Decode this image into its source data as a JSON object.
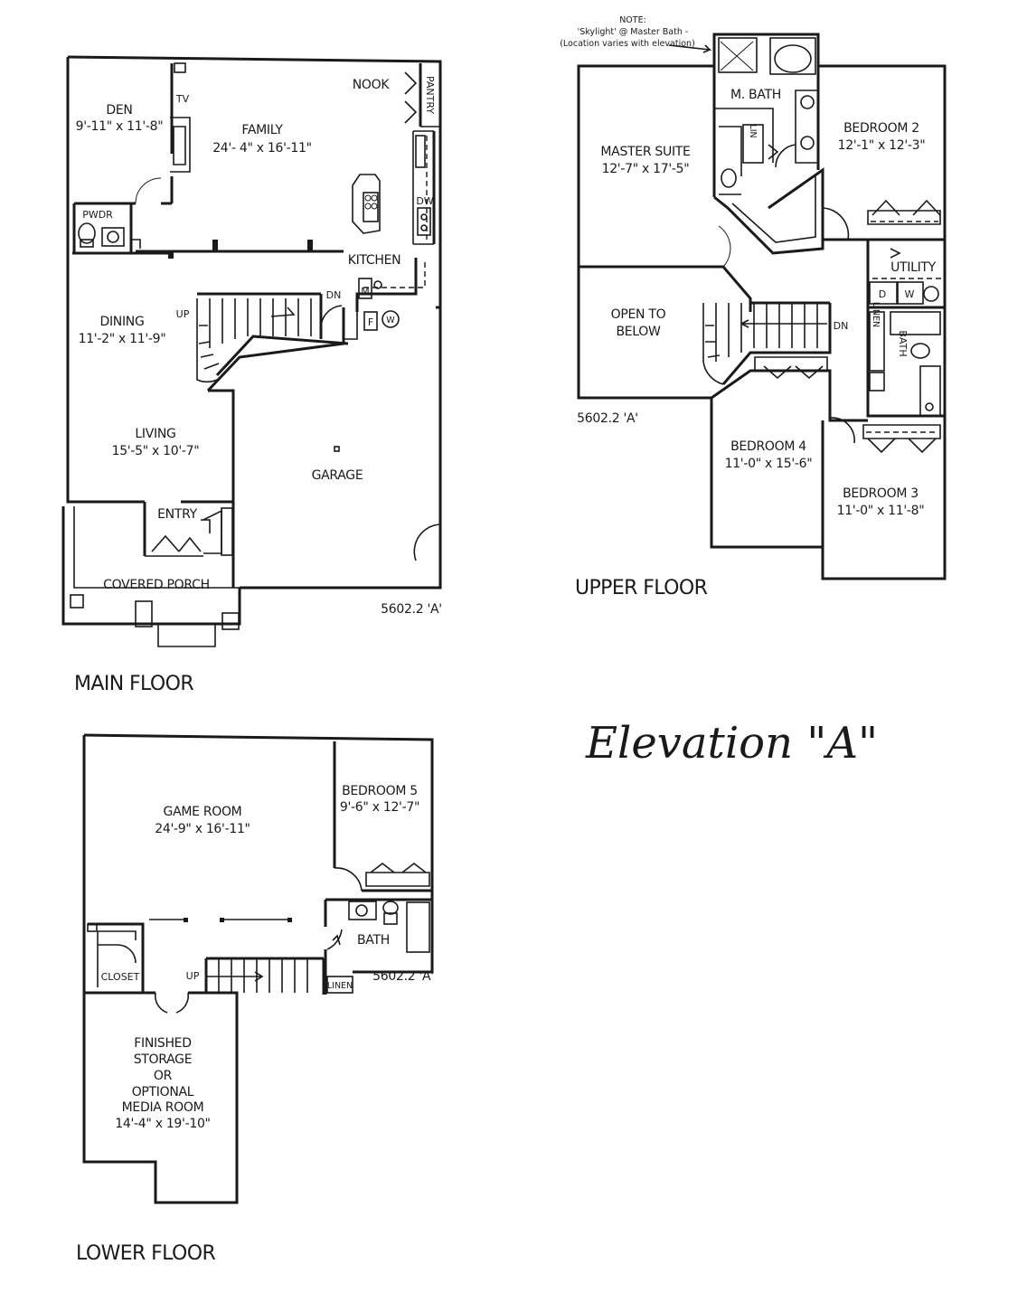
{
  "note": {
    "line1": "NOTE:",
    "line2": "'Skylight' @ Master Bath -",
    "line3": "(Location varies with elevation)"
  },
  "main_floor": {
    "title": "MAIN FLOOR",
    "plan_code": "5602.2 'A'",
    "rooms": {
      "den_name": "DEN",
      "den_size": "9'-11\" x 11'-8\"",
      "tv": "TV",
      "family_name": "FAMILY",
      "family_size": "24'- 4\" x 16'-11\"",
      "nook": "NOOK",
      "pantry": "PANTRY",
      "dw": "DW",
      "kitchen": "KITCHEN",
      "pwdr": "PWDR",
      "m": "M",
      "f": "F",
      "w": "W",
      "up": "UP",
      "dn": "DN",
      "dining_name": "DINING",
      "dining_size": "11'-2\" x 11'-9\"",
      "living_name": "LIVING",
      "living_size": "15'-5\" x 10'-7\"",
      "garage": "GARAGE",
      "entry": "ENTRY",
      "porch": "COVERED PORCH"
    }
  },
  "upper_floor": {
    "title": "UPPER FLOOR",
    "plan_code": "5602.2 'A'",
    "rooms": {
      "mbath": "M. BATH",
      "master_name": "MASTER SUITE",
      "master_size": "12'-7\" x 17'-5\"",
      "lin": "LIN",
      "bed2_name": "BEDROOM 2",
      "bed2_size": "12'-1\" x 12'-3\"",
      "utility": "UTILITY",
      "d": "D",
      "w": "W",
      "open_line1": "OPEN TO",
      "open_line2": "BELOW",
      "dn": "DN",
      "linen": "LINEN",
      "bath": "BATH",
      "bed4_name": "BEDROOM 4",
      "bed4_size": "11'-0\" x 15'-6\"",
      "bed3_name": "BEDROOM 3",
      "bed3_size": "11'-0\" x 11'-8\""
    }
  },
  "lower_floor": {
    "title": "LOWER FLOOR",
    "plan_code": "5602.2 'A'",
    "rooms": {
      "game_name": "GAME ROOM",
      "game_size": "24'-9\" x 16'-11\"",
      "bed5_name": "BEDROOM 5",
      "bed5_size": "9'-6\" x 12'-7\"",
      "bath": "BATH",
      "closet": "CLOSET",
      "up": "UP",
      "linen": "LINEN",
      "storage_l1": "FINISHED",
      "storage_l2": "STORAGE",
      "storage_l3": "OR",
      "storage_l4": "OPTIONAL",
      "storage_l5": "MEDIA ROOM",
      "storage_size": "14'-4\" x 19'-10\""
    }
  },
  "handwritten": "Elevation \"A\""
}
